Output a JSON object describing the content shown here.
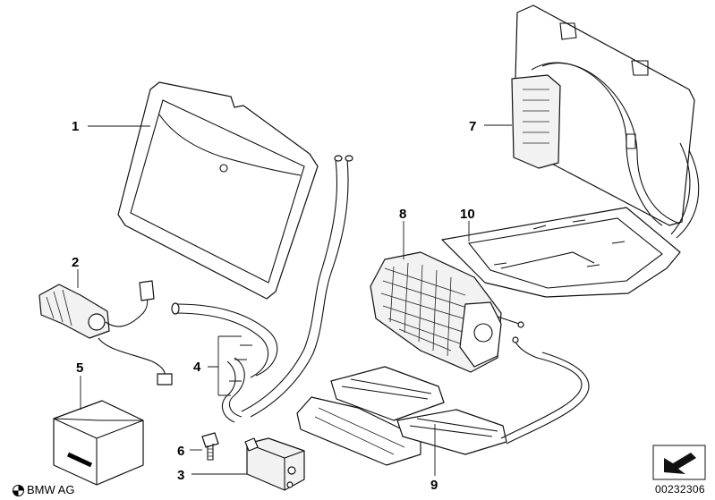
{
  "brand": "BMW AG",
  "image_number": "00232306",
  "callouts": [
    {
      "id": "1",
      "label": "1"
    },
    {
      "id": "2",
      "label": "2"
    },
    {
      "id": "3",
      "label": "3"
    },
    {
      "id": "4",
      "label": "4"
    },
    {
      "id": "5",
      "label": "5"
    },
    {
      "id": "6",
      "label": "6"
    },
    {
      "id": "7",
      "label": "7"
    },
    {
      "id": "8",
      "label": "8"
    },
    {
      "id": "9",
      "label": "9"
    },
    {
      "id": "10",
      "label": "10"
    }
  ],
  "icons": {
    "logo": "bmw-roundel-icon",
    "navigation": "arrow-box-icon"
  }
}
